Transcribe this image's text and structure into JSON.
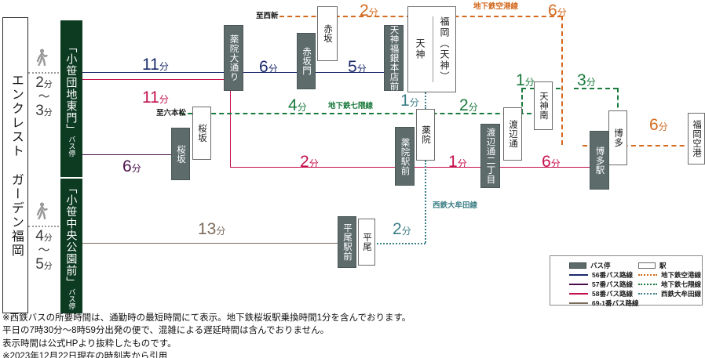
{
  "property": {
    "name": "エンクレスト ガーデン福岡"
  },
  "colors": {
    "bus56": "#1b2a6b",
    "bus57": "#4a0d4a",
    "bus58": "#c4104c",
    "bus69_1": "#7a6a5a",
    "subway_kuko": "#d2691e",
    "subway_nanakuma": "#1a7a3c",
    "nishitetsu_omuta": "#3d7f87",
    "busstop_fill": "#0d3b22",
    "busstop_gray": "#5d6b6b",
    "station_border": "#6b6b6b",
    "walk_gray": "#9a9a9a"
  },
  "walk": [
    {
      "id": "walk-ozasa-danchi",
      "icon": "walking-person-icon",
      "from": "エンクレスト ガーデン福岡",
      "to": "「小笹団地東門」バス停",
      "min_from": "2",
      "min_to": "3",
      "unit": "分",
      "wave": "～"
    },
    {
      "id": "walk-ozasa-chuo",
      "icon": "walking-person-icon",
      "from": "エンクレスト ガーデン福岡",
      "to": "「小笹中央公園前」バス停",
      "min_from": "4",
      "min_to": "5",
      "unit": "分",
      "wave": "～"
    }
  ],
  "bus_stops": [
    {
      "id": "ozasa-danchi-higashimon",
      "label": "「小笹団地東門」",
      "sub": "バス停",
      "type": "origin"
    },
    {
      "id": "ozasa-chuo-koen-mae",
      "label": "「小笹中央公園前」",
      "sub": "バス停",
      "type": "origin"
    },
    {
      "id": "yakuin-odori",
      "label": "薬院大通り",
      "type": "stop"
    },
    {
      "id": "sakurazaka-bus",
      "label": "桜坂",
      "type": "stop"
    },
    {
      "id": "akasakamon",
      "label": "赤坂門",
      "type": "stop"
    },
    {
      "id": "tenjin-fukugin-honten-mae",
      "label": "天神福銀本店前",
      "type": "stop"
    },
    {
      "id": "yakuin-eki-mae",
      "label": "薬院駅前",
      "type": "stop"
    },
    {
      "id": "watanabedori-nichome",
      "label": "渡辺通二丁目",
      "type": "stop"
    },
    {
      "id": "hakata-eki",
      "label": "博多駅",
      "type": "stop"
    },
    {
      "id": "hirao-eki-mae",
      "label": "平尾駅前",
      "type": "stop"
    }
  ],
  "stations": [
    {
      "id": "sakurazaka",
      "label": "桜坂"
    },
    {
      "id": "akasaka",
      "label": "赤坂"
    },
    {
      "id": "tenjin",
      "label": "天神"
    },
    {
      "id": "fukuoka-tenjin",
      "label": "福岡（天神）"
    },
    {
      "id": "yakuin",
      "label": "薬院"
    },
    {
      "id": "watanabedori",
      "label": "渡辺通"
    },
    {
      "id": "tenjin-minami",
      "label": "天神南"
    },
    {
      "id": "hakata",
      "label": "博多"
    },
    {
      "id": "fukuoka-kuko",
      "label": "福岡空港"
    },
    {
      "id": "hirao",
      "label": "平尾"
    }
  ],
  "times": [
    {
      "id": "t-56-danchi-yakuinodori",
      "value": "11",
      "unit": "分",
      "color": "#1b2a6b"
    },
    {
      "id": "t-57-danchi-yakuinodori",
      "value": "11",
      "unit": "分",
      "color": "#c4104c"
    },
    {
      "id": "t-58-danchi-sakurazaka",
      "value": "6",
      "unit": "分",
      "color": "#4a0d4a"
    },
    {
      "id": "t-56-yakuinodori-akasakamon",
      "value": "6",
      "unit": "分",
      "color": "#1b2a6b"
    },
    {
      "id": "t-56-akasakamon-tenjin",
      "value": "5",
      "unit": "分",
      "color": "#1b2a6b"
    },
    {
      "id": "t-nana-sakurazaka-yakuinodori",
      "value": "4",
      "unit": "分",
      "color": "#1a7a3c"
    },
    {
      "id": "t-kuko-akasaka-tenjin",
      "value": "2",
      "unit": "分",
      "color": "#d2691e"
    },
    {
      "id": "t-kuko-tenjin-hakata",
      "value": "6",
      "unit": "分",
      "color": "#d2691e"
    },
    {
      "id": "t-kuko-hakata-kuko",
      "value": "6",
      "unit": "分",
      "color": "#d2691e"
    },
    {
      "id": "t-omuta-tenjin-yakuin",
      "value": "1",
      "unit": "分",
      "color": "#3d7f87"
    },
    {
      "id": "t-nana-yakuin-watanabedori",
      "value": "2",
      "unit": "分",
      "color": "#1a7a3c"
    },
    {
      "id": "t-nana-watanabedori-tenjinminami",
      "value": "1",
      "unit": "分",
      "color": "#1a7a3c"
    },
    {
      "id": "t-nana-tenjinminami-hakata",
      "value": "3",
      "unit": "分",
      "color": "#1a7a3c"
    },
    {
      "id": "t-57-yakuinodori-yakuineki",
      "value": "2",
      "unit": "分",
      "color": "#c4104c"
    },
    {
      "id": "t-57-yakuineki-watanabe2",
      "value": "1",
      "unit": "分",
      "color": "#c4104c"
    },
    {
      "id": "t-57-watanabe2-hakataeki",
      "value": "6",
      "unit": "分",
      "color": "#c4104c"
    },
    {
      "id": "t-69-chuokoen-hiraoekimae",
      "value": "13",
      "unit": "分",
      "color": "#7a6a5a"
    },
    {
      "id": "t-omuta-hirao-yakuin",
      "value": "2",
      "unit": "分",
      "color": "#3d7f87"
    }
  ],
  "line_labels": [
    {
      "id": "to-nishijin",
      "text": "至西新",
      "color": "#1a1a1a"
    },
    {
      "id": "to-ropponmatsu",
      "text": "至六本松",
      "color": "#1a1a1a"
    },
    {
      "id": "subway-kuko-line",
      "text": "地下鉄空港線",
      "color": "#d2691e"
    },
    {
      "id": "subway-nanakuma-line",
      "text": "地下鉄七隈線",
      "color": "#1a7a3c"
    },
    {
      "id": "nishitetsu-omuta-line",
      "text": "西鉄大牟田線",
      "color": "#3d7f87"
    }
  ],
  "legend": {
    "left": [
      {
        "id": "legend-busstop",
        "kind": "box",
        "label": "バス停",
        "color": "#5d6b6b"
      },
      {
        "id": "legend-bus56",
        "kind": "line",
        "label": "56番バス路線",
        "color": "#1b2a6b"
      },
      {
        "id": "legend-bus57",
        "kind": "line",
        "label": "57番バス路線",
        "color": "#4a0d4a"
      },
      {
        "id": "legend-bus58",
        "kind": "line",
        "label": "58番バス路線",
        "color": "#c4104c"
      },
      {
        "id": "legend-bus69-1",
        "kind": "line",
        "label": "69-1番バス路線",
        "color": "#7a6a5a"
      }
    ],
    "right": [
      {
        "id": "legend-station",
        "kind": "boxopen",
        "label": "駅",
        "color": "#6b6b6b"
      },
      {
        "id": "legend-kuko",
        "kind": "dotted",
        "label": "地下鉄空港線",
        "color": "#d2691e"
      },
      {
        "id": "legend-nanakuma",
        "kind": "dotted",
        "label": "地下鉄七隈線",
        "color": "#1a7a3c"
      },
      {
        "id": "legend-omuta",
        "kind": "dotted",
        "label": "西鉄大牟田線",
        "color": "#3d7f87"
      }
    ]
  },
  "footnote": {
    "line1": "※西鉄バスの所要時間は、通勤時の最短時間にて表示。地下鉄桜坂駅乗換時間1分を含んでおります。",
    "line2": "平日の7時30分～8時59分出発の便で、混雑による遅延時間は含んでおりません。",
    "line3": "表示時間は公式HPより抜粋したものです。",
    "line4": "※2023年12月22日現在の時刻表から引用"
  }
}
